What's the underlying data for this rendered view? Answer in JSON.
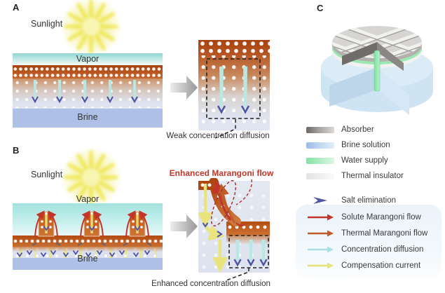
{
  "panels": {
    "a": {
      "label": "A",
      "sunlight": "Sunlight",
      "vapor": "Vapor",
      "brine": "Brine",
      "caption": "Weak concentration diffusion"
    },
    "b": {
      "label": "B",
      "sunlight": "Sunlight",
      "vapor": "Vapor",
      "brine": "Brine",
      "caption_top": "Enhanced Marangoni flow",
      "caption_bottom": "Enhanced concentration diffusion"
    },
    "c": {
      "label": "C"
    }
  },
  "legend": {
    "materials": [
      {
        "label": "Absorber",
        "icon": "absorber-swatch",
        "color_start": "#6b6764",
        "color_end": "#dbd8d6"
      },
      {
        "label": "Brine solution",
        "icon": "brine-swatch",
        "color_start": "#9cbae8",
        "color_end": "#e2edf9"
      },
      {
        "label": "Water supply",
        "icon": "water-swatch",
        "color_start": "#82e2a3",
        "color_end": "#ddf7e7"
      },
      {
        "label": "Thermal insulator",
        "icon": "insulator-swatch",
        "color_start": "#e2e2e2",
        "color_end": "#fafafa"
      }
    ],
    "flows": [
      {
        "label": "Salt elimination",
        "icon": "salt-elimination-icon",
        "color": "#5056a2"
      },
      {
        "label": "Solute Marangoni flow",
        "icon": "solute-marangoni-arrow-icon",
        "color": "#c1352a"
      },
      {
        "label": "Thermal Marangoni flow",
        "icon": "thermal-marangoni-arrow-icon",
        "color": "#c05a28"
      },
      {
        "label": "Concentration diffusion",
        "icon": "concentration-diffusion-arrow-icon",
        "color": "#a9dfe1"
      },
      {
        "label": "Compensation current",
        "icon": "compensation-current-arrow-icon",
        "color": "#e7e27b"
      }
    ]
  },
  "colors": {
    "background": "#ffffff",
    "vapor_teal": "#9edad6",
    "absorber_orange_dark": "#a8430f",
    "absorber_orange_mid": "#c4662f",
    "brine_blue": "#aec0e5",
    "sun_yellow": "#f0ea62",
    "diffusion_cyan": "#b7e8e4",
    "arrowhead_blue": "#4d55a5",
    "compensation_yellow": "#eae47f",
    "solute_red": "#c1352a",
    "thermal_red": "#c05a28",
    "caption_text": "#333333",
    "red_caption": "#c0372a",
    "insulator_blue": "#d7e9f6",
    "water_green": "#8ee6a8"
  }
}
